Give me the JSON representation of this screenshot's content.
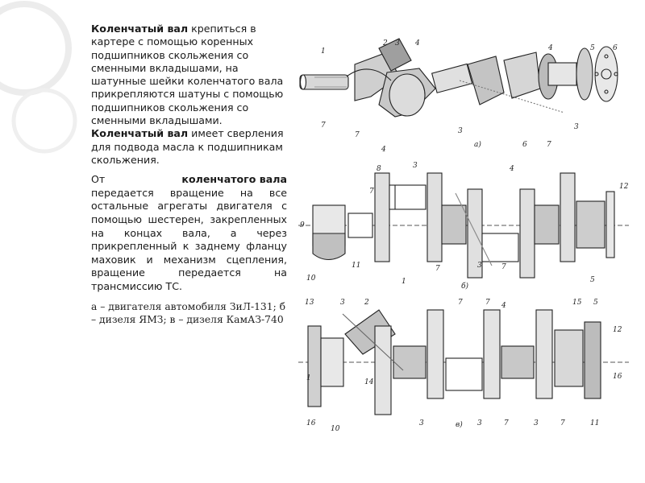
{
  "paragraph1": {
    "bold1": "Коленчатый вал",
    "text1": " крепиться в картере с помощью коренных подшипников скольжения со сменными вкладышами, на шатунные шейки коленчатого вала прикрепляются шатуны с помощью подшипников скольжения со сменными вкладышами. ",
    "bold2": "Коленчатый вал",
    "text2": " имеет сверления для подвода масла к подшипникам скольжения."
  },
  "paragraph2": {
    "word1": "От",
    "bold": "коленчатого вала",
    "rest": "передается вращение на все остальные агрегаты двигателя с помощью шестерен, закрепленных на концах вала, а через прикрепленный к заднему фланцу маховик и механизм сцепления, вращение передается на трансмиссию ТС."
  },
  "caption": "а – двигателя автомобиля ЗиЛ-131; б – дизеля ЯМЗ; в – дизеля КамАЗ-740",
  "figure": {
    "a_labels": [
      "1",
      "2",
      "3",
      "4",
      "4",
      "5",
      "6",
      "7",
      "7",
      "3",
      "4",
      "3",
      "6",
      "7",
      "а)"
    ],
    "b_labels": [
      "8",
      "3",
      "7",
      "4",
      "12",
      "9",
      "10",
      "11",
      "1",
      "7",
      "3",
      "7",
      "5",
      "б)"
    ],
    "v_labels": [
      "13",
      "3",
      "2",
      "7",
      "7",
      "4",
      "15",
      "5",
      "12",
      "1",
      "16",
      "10",
      "14",
      "16",
      "3",
      "3",
      "7",
      "3",
      "7",
      "11",
      "в)"
    ]
  },
  "colors": {
    "text": "#1a1a1a",
    "shade": "#c4c4c4",
    "line": "#222222",
    "ring": "#e8e8e8"
  }
}
